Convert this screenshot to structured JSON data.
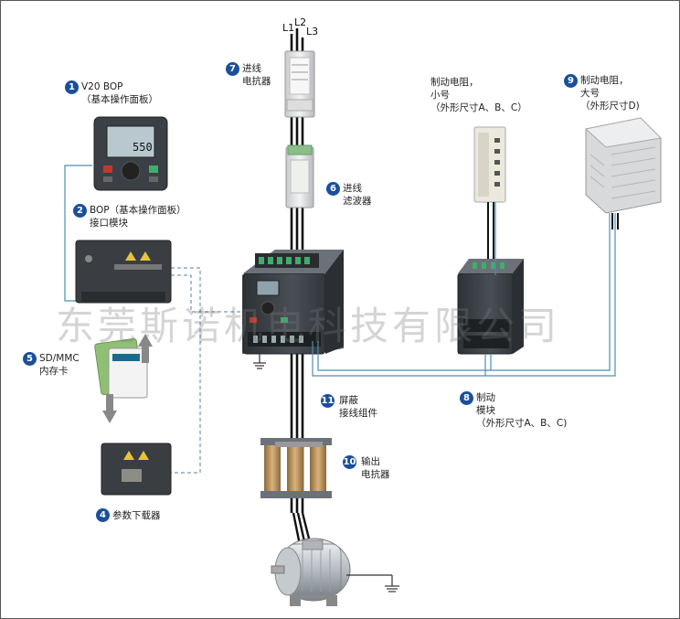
{
  "diagram": {
    "phases": [
      "L1",
      "L2",
      "L3"
    ],
    "watermark": "东莞斯诺机电科技有限公司",
    "components": [
      {
        "number": "1",
        "label": "V20 BOP\n（基本操作面板）"
      },
      {
        "number": "2",
        "label": "BOP（基本操作面板）\n接口模块"
      },
      {
        "number": "5",
        "label": "SD/MMC\n内存卡"
      },
      {
        "number": "4",
        "label": "参数下载器"
      },
      {
        "number": "7",
        "label": "进线\n电抗器"
      },
      {
        "number": "6",
        "label": "进线\n滤波器"
      },
      {
        "number": "11",
        "label": "屏蔽\n接线组件"
      },
      {
        "number": "10",
        "label": "输出\n电抗器"
      },
      {
        "number": "8",
        "label": "制动\n模块\n（外形尺寸A、B、C)"
      },
      {
        "number": "9",
        "label": "制动电阻，\n大号\n（外形尺寸D)"
      }
    ],
    "resistor_small_label": "制动电阻，\n小号\n（外形尺寸A、B、C）",
    "bop_display": "550",
    "colors": {
      "badge": "#1b4f9c",
      "link_line": "#4a8fb5",
      "device_dark": "#3b3f44",
      "device_green": "#3fae6a"
    }
  }
}
